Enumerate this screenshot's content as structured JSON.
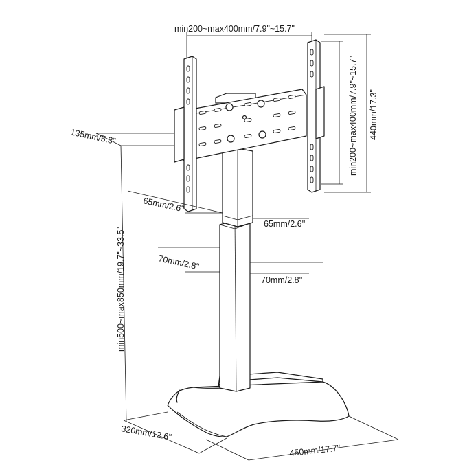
{
  "dimensions": {
    "vesa_horizontal": "min200~max400mm/7.9\"~15.7\"",
    "vesa_vertical": "min200~max400mm/7.9\"~15.7\"",
    "bracket_height": "440mm/17.3\"",
    "bracket_depth": "135mm/5.3\"",
    "total_height": "min500~max850mm/19.7\"~33.5\"",
    "upper_pole_left": "65mm/2.6''",
    "upper_pole_right": "65mm/2.6''",
    "lower_pole_left": "70mm/2.8''",
    "lower_pole_right": "70mm/2.8''",
    "base_depth": "320mm/12.6''",
    "base_width": "450mm/17.7''"
  }
}
